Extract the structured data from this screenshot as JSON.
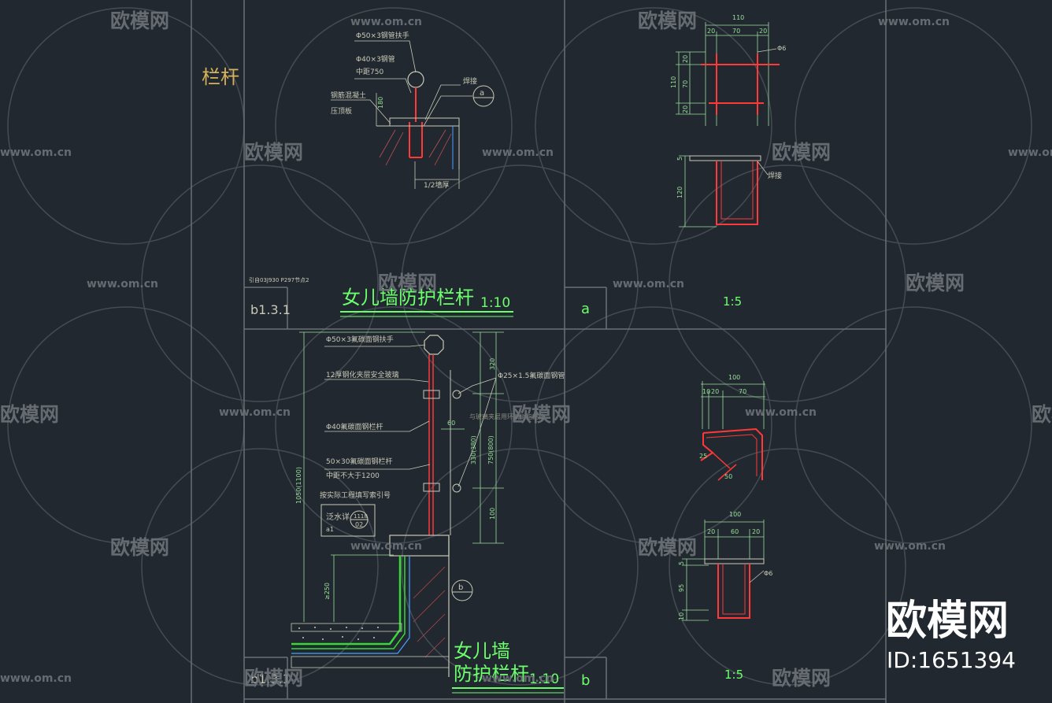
{
  "sheet": {
    "title_railing": "栏杆",
    "ref_note": "引自03J930 P297节点2",
    "label_b131": "b1.3.1",
    "label_b131_bottom": "b1.3.1",
    "marker_a": "a",
    "marker_b": "b",
    "scale_1_5_top": "1:5",
    "scale_1_5_bottom": "1:5"
  },
  "detail_top": {
    "title": "女儿墙防护栏杆",
    "scale": "1:10",
    "notes": [
      "Φ50×3钢管扶手",
      "Φ40×3钢管",
      "中距750",
      "焊接",
      "钢筋混凝土",
      "压顶板",
      "1/2墙厚"
    ],
    "dim_180": "180",
    "callout_a": "a"
  },
  "detail_bottom": {
    "title_line1": "女儿墙",
    "title_line2": "防护栏杆",
    "scale": "1:10",
    "notes": [
      "Φ50×3氟碳面钢扶手",
      "12厚钢化夹层安全玻璃",
      "Φ40氟碳面钢栏杆",
      "50×30氟碳面钢栏杆",
      "中距不大于1200",
      "按实际工程填写索引号",
      "泛水详",
      "Φ25×1.5氟碳面钢管"
    ],
    "box_label": "泛水详",
    "box_sub": "a1",
    "box_circle_top": "1118",
    "box_circle_bottom": "02",
    "dims": [
      "320",
      "60",
      "330(380)",
      "750(800)",
      "100",
      "1050(1100)",
      "≥250"
    ],
    "callout_b": "b",
    "glass_note": "与玻璃夹层用环氧树脂粘接"
  },
  "detail_a": {
    "dims_top": [
      "110",
      "20",
      "70",
      "20"
    ],
    "dims_side": [
      "20",
      "70",
      "20"
    ],
    "rebar": "Φ6",
    "dims_lower": [
      "5",
      "120"
    ],
    "weld": "焊接"
  },
  "detail_b": {
    "dims_top": [
      "100",
      "10",
      "20",
      "70"
    ],
    "dims_lower_top": [
      "100",
      "20",
      "60",
      "20"
    ],
    "dims_lower_side": [
      "5",
      "95",
      "10"
    ],
    "rebar": "Φ6",
    "chamfer": "25",
    "chamfer2": "50"
  },
  "watermark": {
    "brand": "欧模网",
    "url": "www.om.cn",
    "big_brand": "欧模网",
    "id": "ID:1651394"
  },
  "colors": {
    "background": "#212830",
    "grid": "#6b7075",
    "annotation": "#c9c9b6",
    "title": "#6cff6c",
    "rebar": "#ff3838",
    "dimension": "#9adf9a",
    "heading": "#d8b25a"
  }
}
